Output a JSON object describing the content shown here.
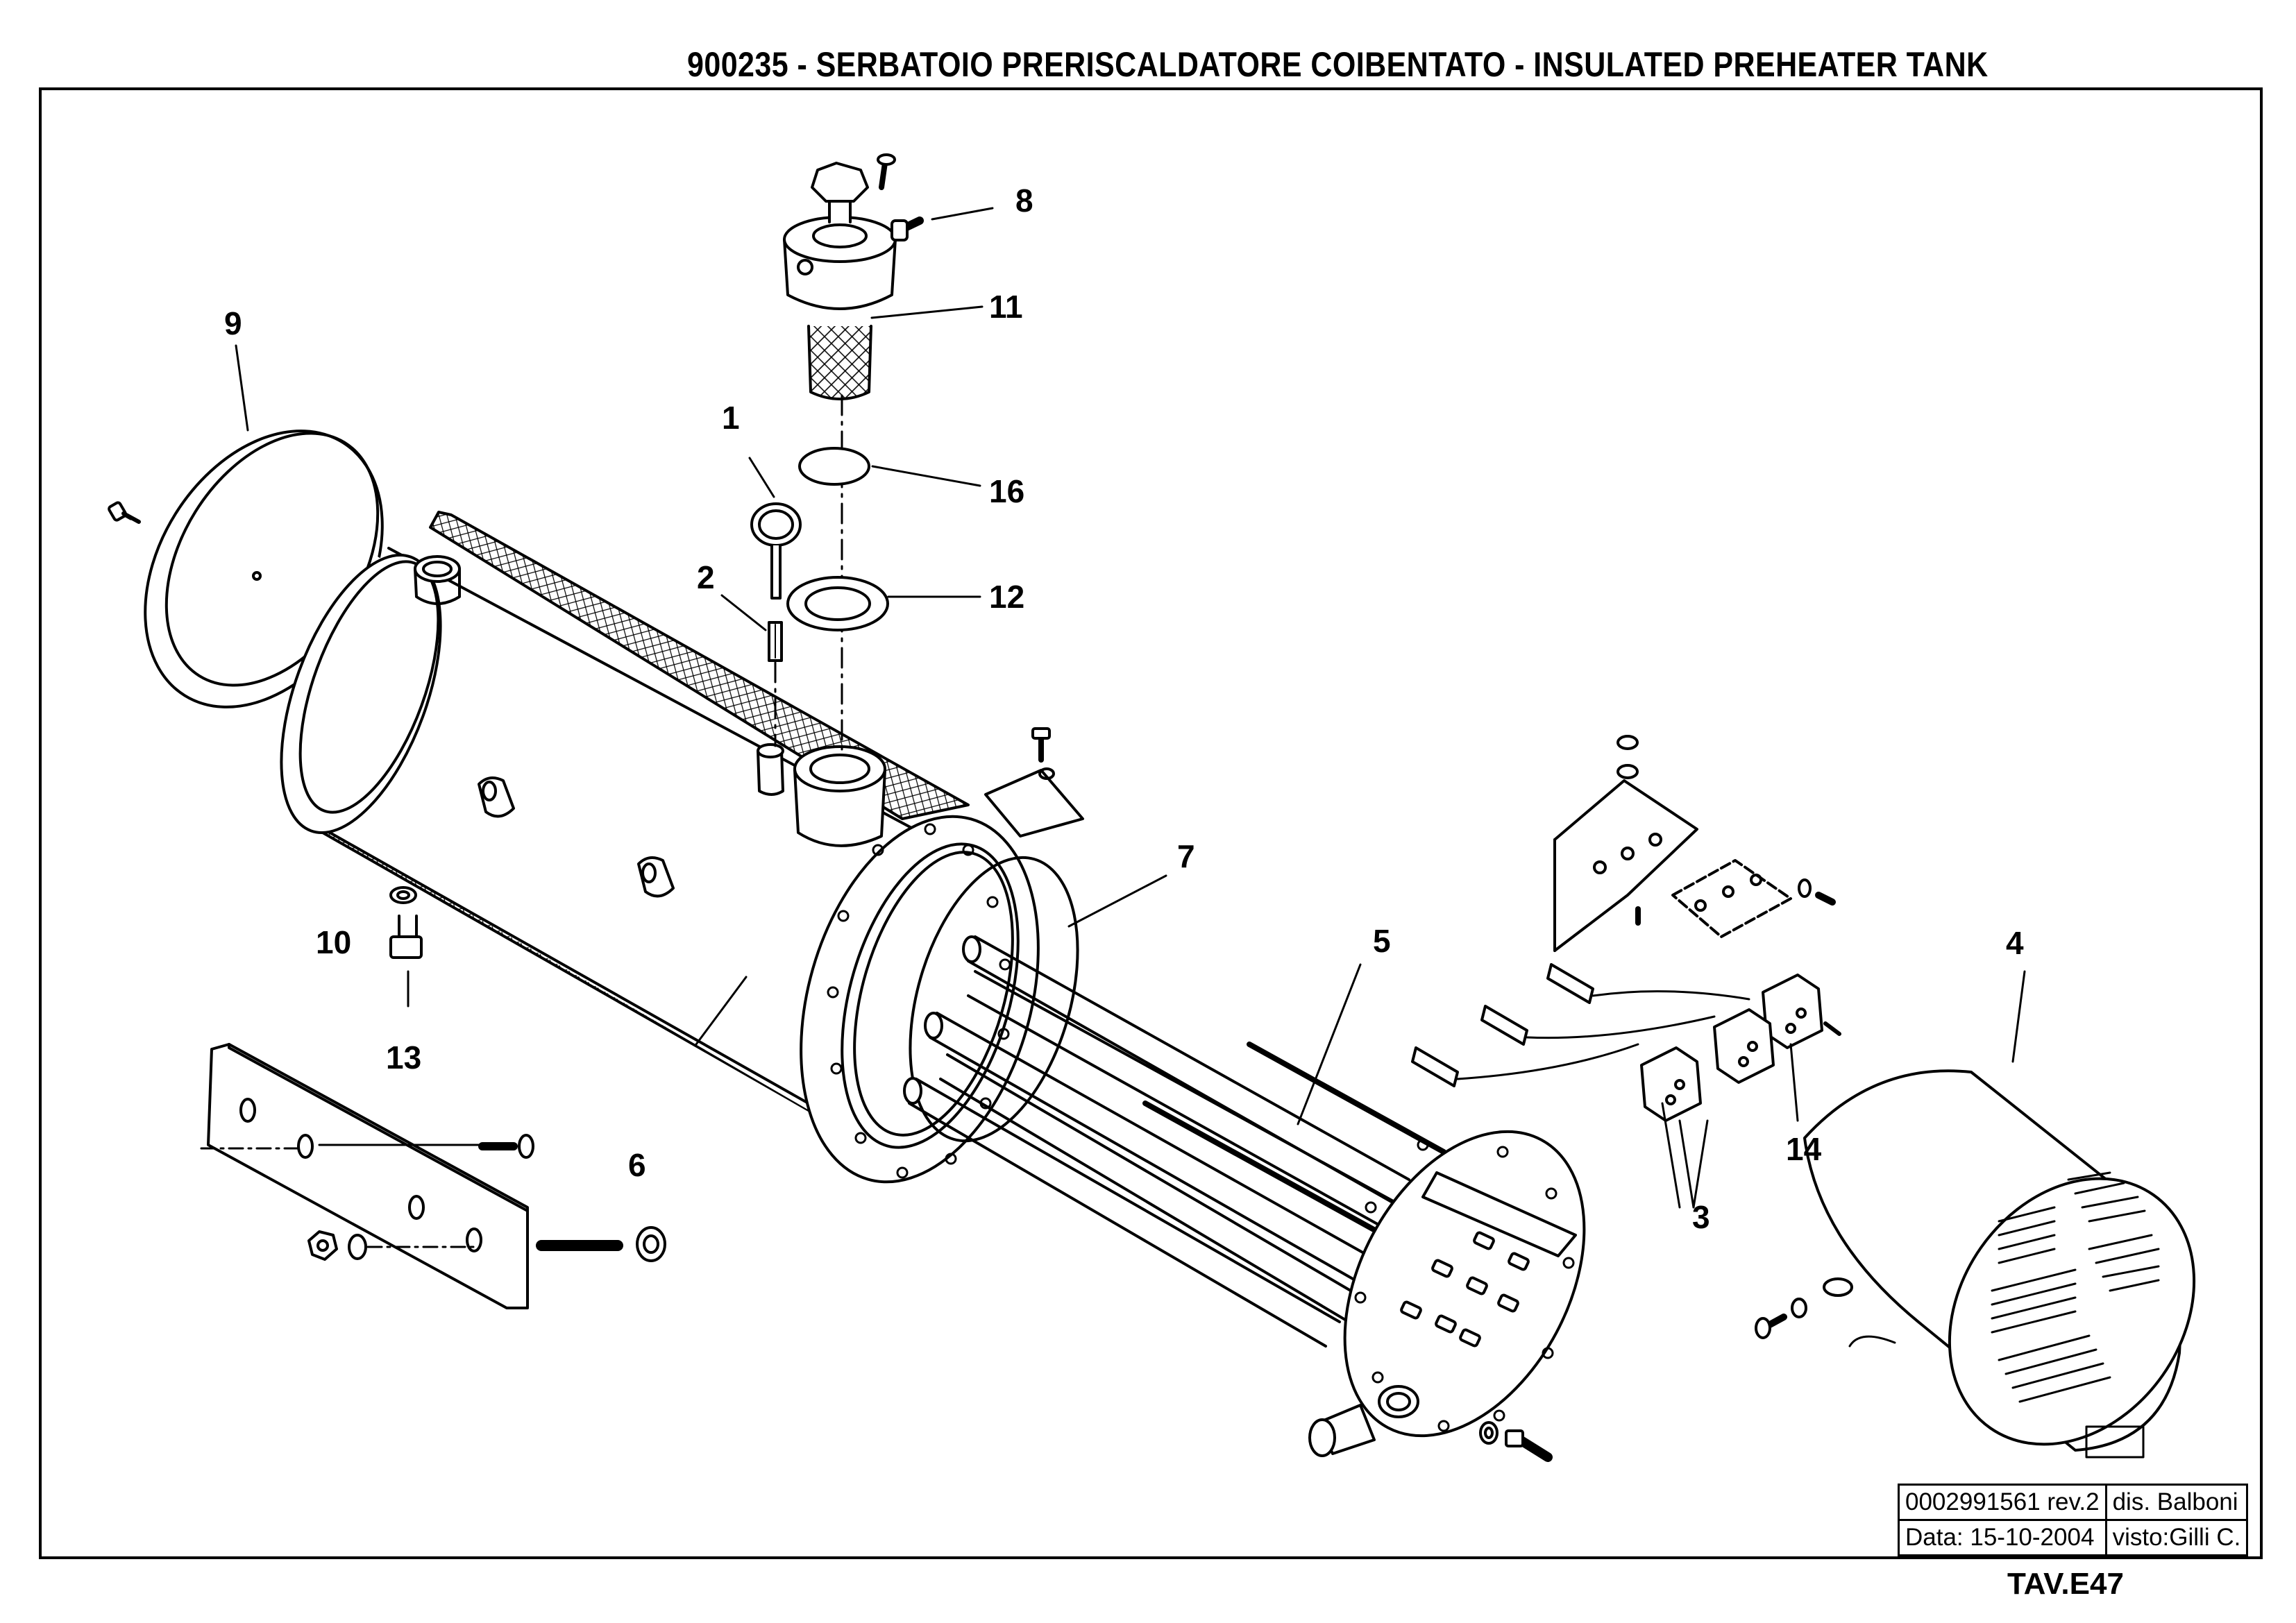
{
  "title": "900235 - SERBATOIO PRERISCALDATORE COIBENTATO - INSULATED PREHEATER TANK",
  "callouts": {
    "c1": "1",
    "c2": "2",
    "c3": "3",
    "c4": "4",
    "c5": "5",
    "c6": "6",
    "c7": "7",
    "c8": "8",
    "c9": "9",
    "c10": "10",
    "c11": "11",
    "c12": "12",
    "c13": "13",
    "c14": "14",
    "c16": "16"
  },
  "title_block": {
    "drawing_number": "0002991561 rev.2",
    "drawn_by": "dis. Balboni",
    "date": "Data: 15-10-2004",
    "checked_by": "visto:Gilli C."
  },
  "sheet": "TAV.E47"
}
